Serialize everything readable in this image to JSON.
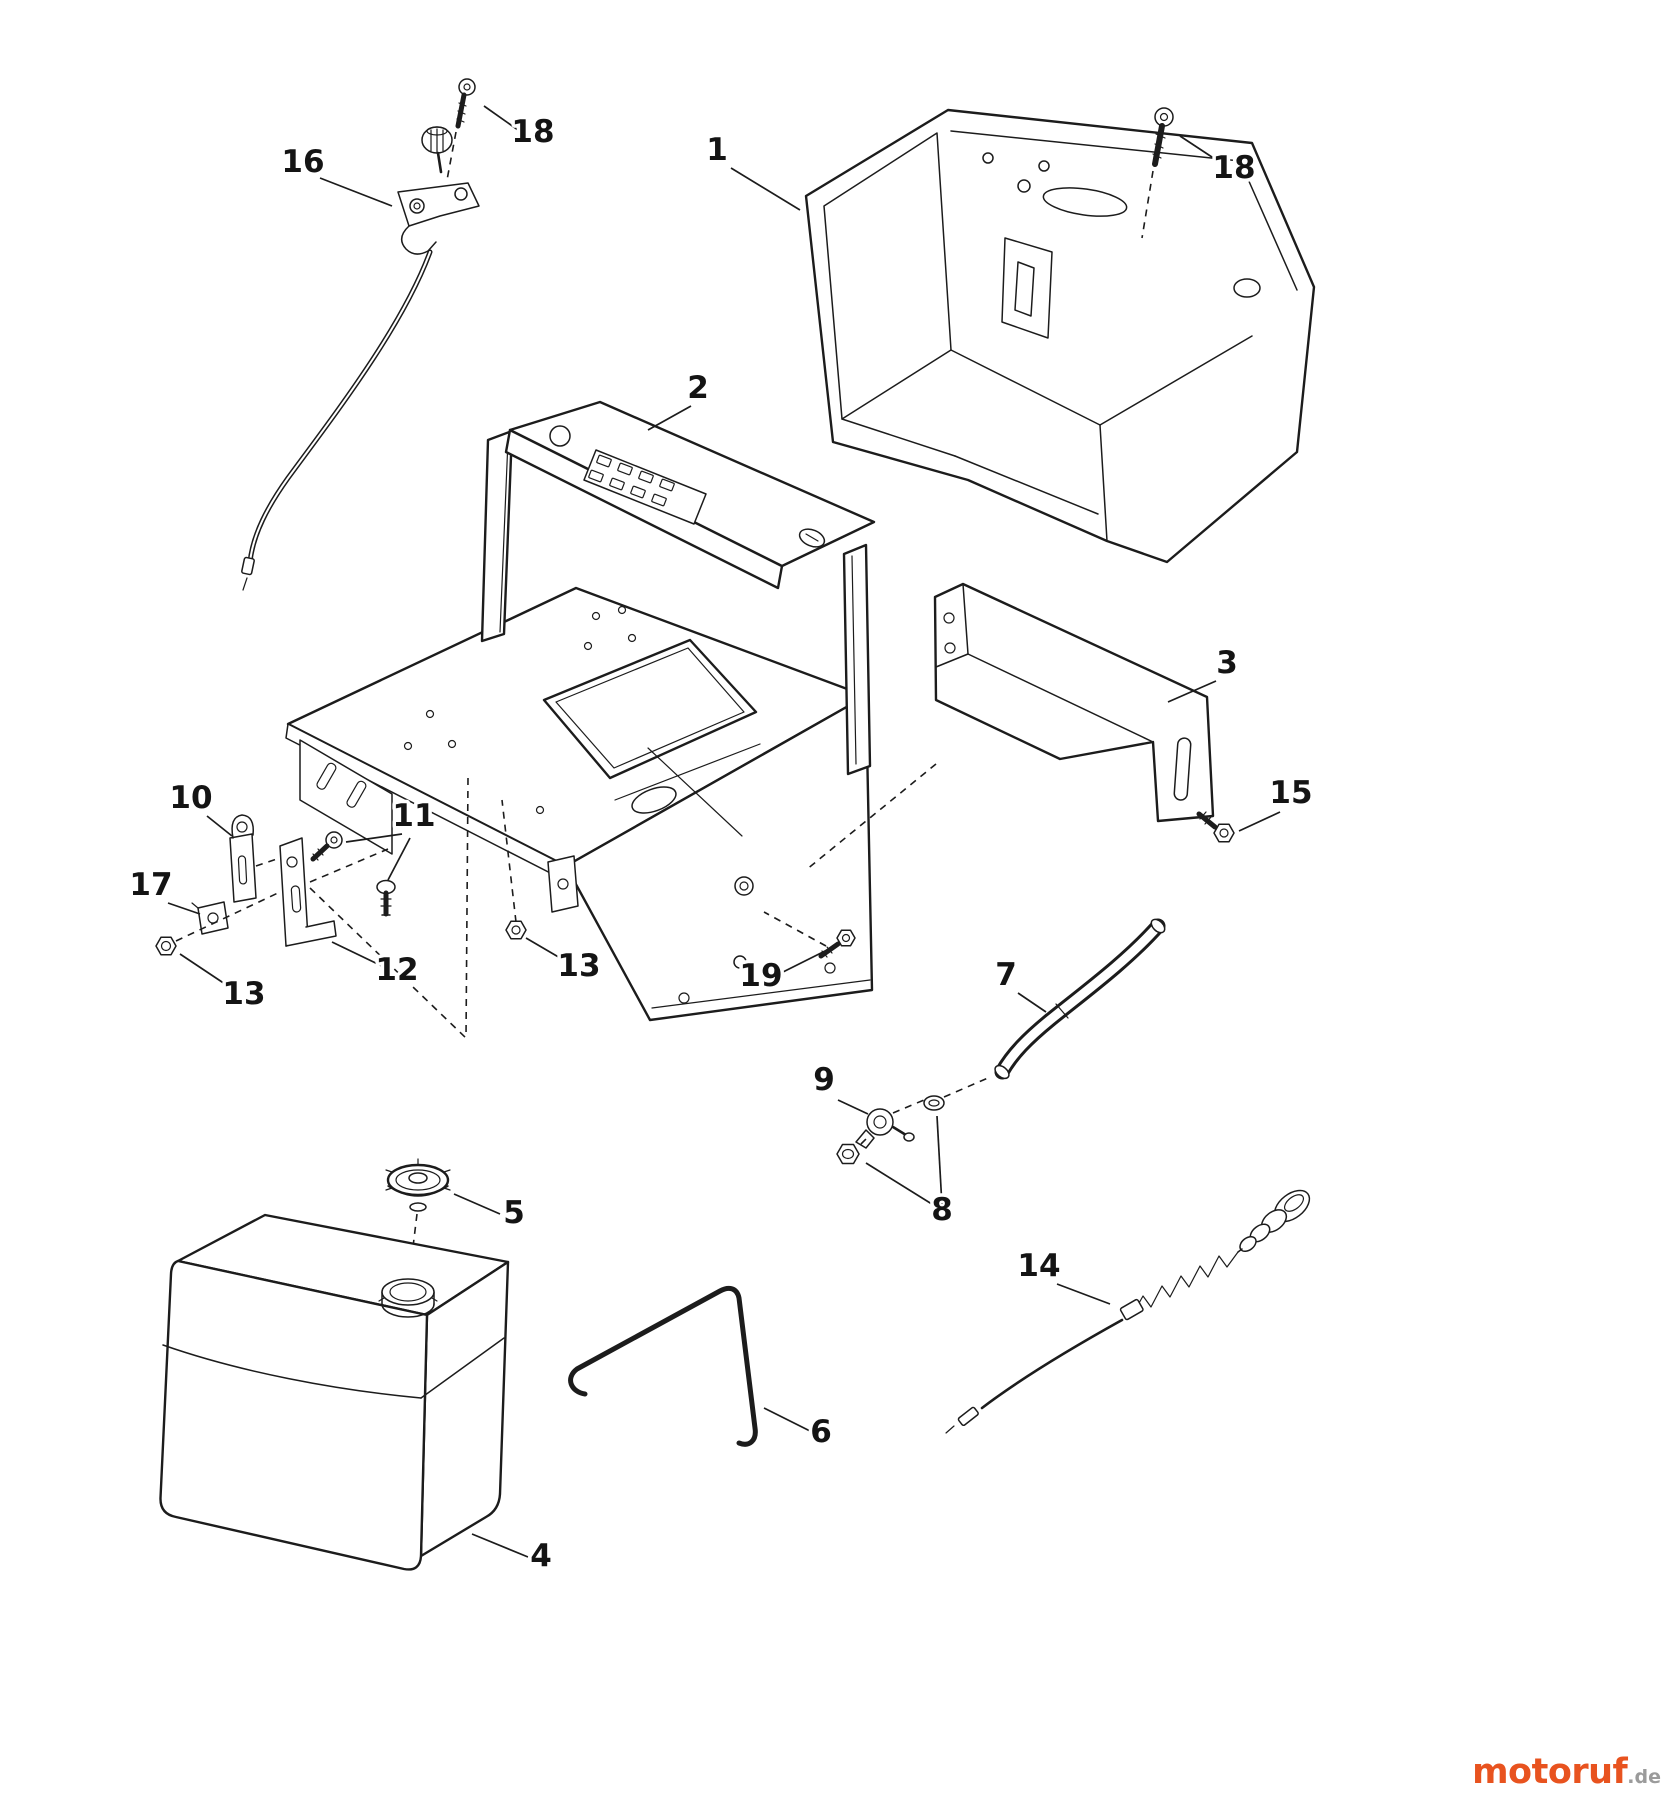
{
  "diagram": {
    "type": "exploded-parts-view"
  },
  "callouts": [
    {
      "label": "16"
    },
    {
      "label": "18"
    },
    {
      "label": "1"
    },
    {
      "label": "18"
    },
    {
      "label": "2"
    },
    {
      "label": "3"
    },
    {
      "label": "15"
    },
    {
      "label": "10"
    },
    {
      "label": "11"
    },
    {
      "label": "17"
    },
    {
      "label": "12"
    },
    {
      "label": "13"
    },
    {
      "label": "13"
    },
    {
      "label": "19"
    },
    {
      "label": "7"
    },
    {
      "label": "9"
    },
    {
      "label": "8"
    },
    {
      "label": "5"
    },
    {
      "label": "4"
    },
    {
      "label": "6"
    },
    {
      "label": "14"
    }
  ],
  "watermark": {
    "brand": "motoruf",
    "suffix": ".de"
  },
  "colors": {
    "line": "#1c1c1c",
    "paper": "#ffffff",
    "wm-brand": "#e8531f",
    "wm-suffix": "#9b9b9b"
  }
}
